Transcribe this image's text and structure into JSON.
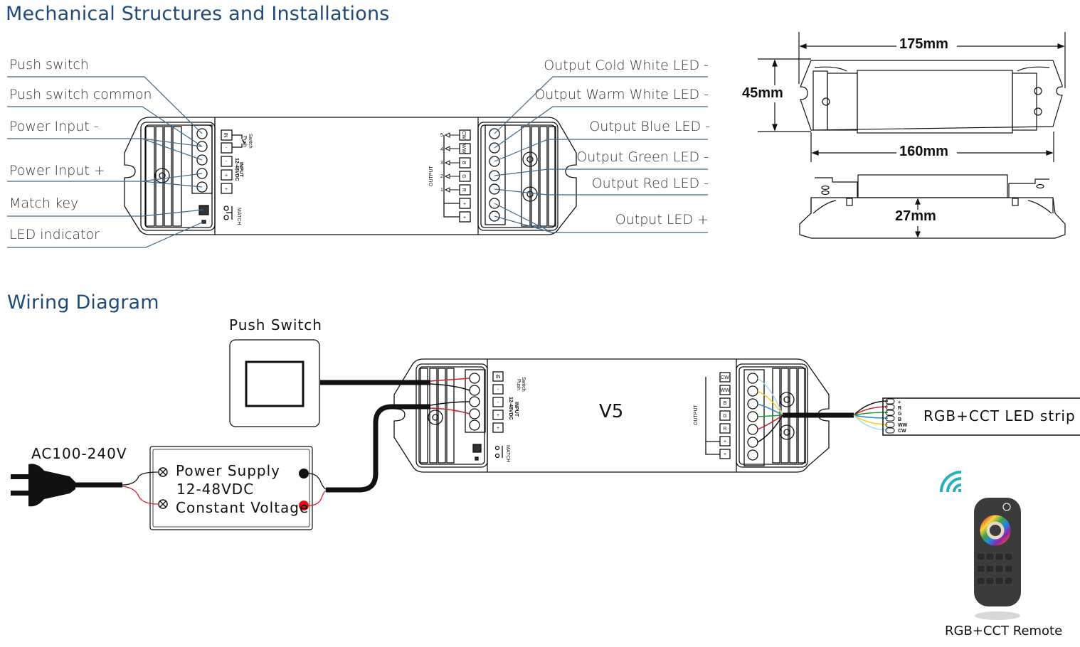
{
  "sections": {
    "mechanical_title": "Mechanical Structures and Installations",
    "wiring_title": "Wiring Diagram"
  },
  "left_callouts": [
    "Push switch",
    "Push switch common",
    "Power Input -",
    "Power Input +",
    "Match key",
    "LED indicator"
  ],
  "right_callouts": [
    "Output Cold White LED -",
    "Output Warm White LED -",
    "Output Blue LED -",
    "Output Green LED -",
    "Output Red LED -",
    "Output LED +"
  ],
  "controller_labels": {
    "input_terminals": [
      "IN",
      "-",
      "-",
      "+",
      "+"
    ],
    "switch_label": "Switch Push",
    "input_label": "INPUT 12-48VDC",
    "match_label": "MATCH",
    "output_label": "OUTPUT",
    "output_channels": [
      "CW",
      "WW",
      "B",
      "G",
      "R",
      "+",
      "+"
    ],
    "output_numbers": [
      "5",
      "4",
      "3",
      "2",
      "1"
    ]
  },
  "dimensions": {
    "length_overall": "175mm",
    "width": "45mm",
    "length_body": "160mm",
    "height": "27mm"
  },
  "wiring": {
    "push_switch_label": "Push Switch",
    "ac_label": "AC100-240V",
    "power_supply_lines": [
      "Power Supply",
      "12-48VDC",
      "Constant Voltage"
    ],
    "controller_model": "V5",
    "strip_label": "RGB+CCT LED strip",
    "strip_pins": [
      "+",
      "R",
      "G",
      "B",
      "WW",
      "CW"
    ],
    "remote_label": "RGB+CCT Remote"
  },
  "colors": {
    "title_blue": "#1f4a7a",
    "leader_line": "#3d6a8e",
    "wire_red": "#d0202a",
    "wire_green": "#1a9a3a",
    "wire_blue": "#2a8ad8",
    "wire_yellow": "#f0d020",
    "wire_lightblue": "#a8d8f0",
    "wifi_teal": "#2ab0b8"
  }
}
